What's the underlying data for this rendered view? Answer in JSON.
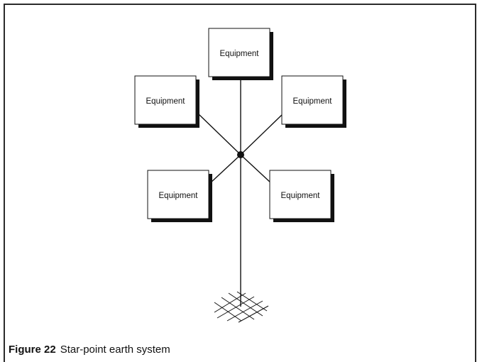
{
  "diagram": {
    "nodes": [
      {
        "id": "top",
        "label": "Equipment"
      },
      {
        "id": "upper-left",
        "label": "Equipment"
      },
      {
        "id": "upper-right",
        "label": "Equipment"
      },
      {
        "id": "lower-left",
        "label": "Equipment"
      },
      {
        "id": "lower-right",
        "label": "Equipment"
      }
    ]
  },
  "caption": {
    "figure_number": "Figure 22",
    "text": "Star-point earth system"
  }
}
